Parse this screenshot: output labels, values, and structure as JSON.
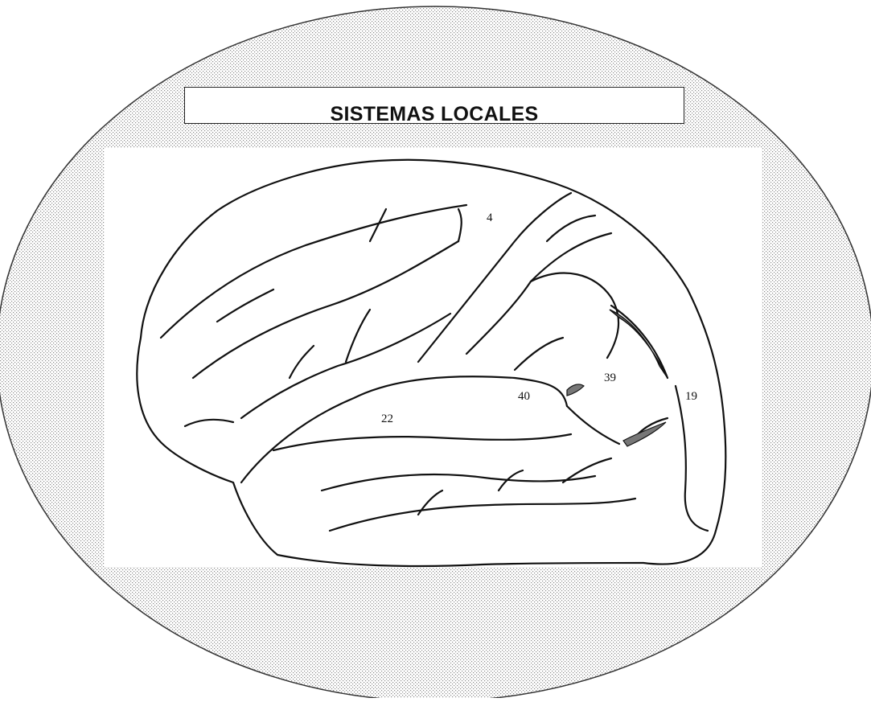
{
  "title": "SISTEMAS LOCALES",
  "area_labels": {
    "area_4": "4",
    "area_22": "22",
    "area_40": "40",
    "area_39": "39",
    "area_19": "19"
  },
  "colors": {
    "background_pattern": "#9a9a9a",
    "outline": "#111111",
    "panel": "#ffffff"
  }
}
